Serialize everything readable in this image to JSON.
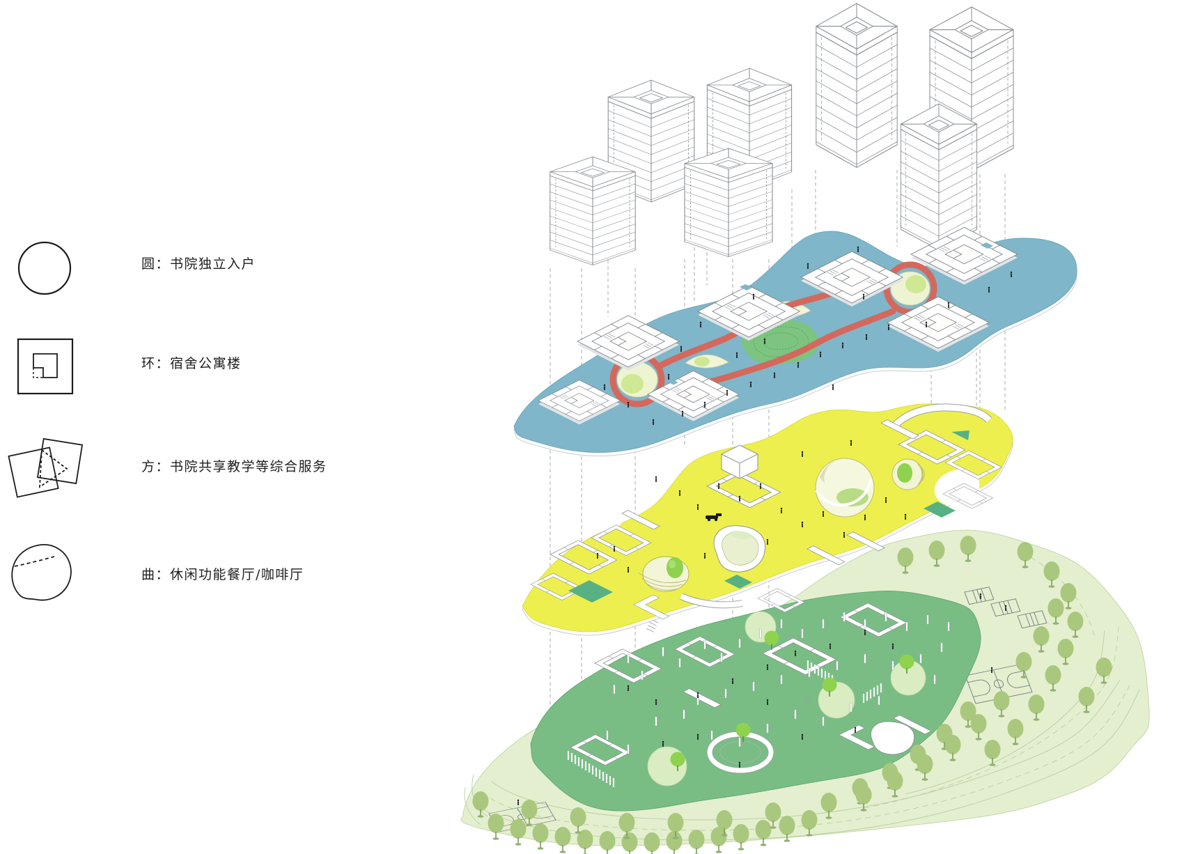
{
  "legend": {
    "items": [
      {
        "symbol": "circle",
        "label": "圆：书院独立入户"
      },
      {
        "symbol": "ring-square",
        "label": "环：宿舍公寓楼"
      },
      {
        "symbol": "overlapping-squares",
        "label": "方：书院共享教学等综合服务"
      },
      {
        "symbol": "curved-blob",
        "label": "曲：休闲功能餐厅/咖啡厅"
      }
    ]
  },
  "diagram": {
    "type": "exploded-axonometric-campus-diagram",
    "layers": [
      {
        "id": "towers",
        "name": "dormitory-apartment-towers",
        "tower_count": 7,
        "style": "white-wireframe"
      },
      {
        "id": "roof-deck",
        "name": "podium-roof-deck",
        "fill": "#7fb6ca",
        "loop_color": "#d5685c",
        "mound_fill": "#7cc47f",
        "courtyard_fill": "#eef3d2"
      },
      {
        "id": "teaching-level",
        "name": "shared-teaching-service-level",
        "fill": "#edef4e",
        "pool_fill": "#57b183"
      },
      {
        "id": "ground",
        "name": "ground-landscape-level",
        "platform_fill": "#79bd85",
        "terrain_fill": "#e4efcf",
        "tree_fill": "#a9c87d",
        "canopy_fill": "#8ed24d"
      }
    ]
  }
}
